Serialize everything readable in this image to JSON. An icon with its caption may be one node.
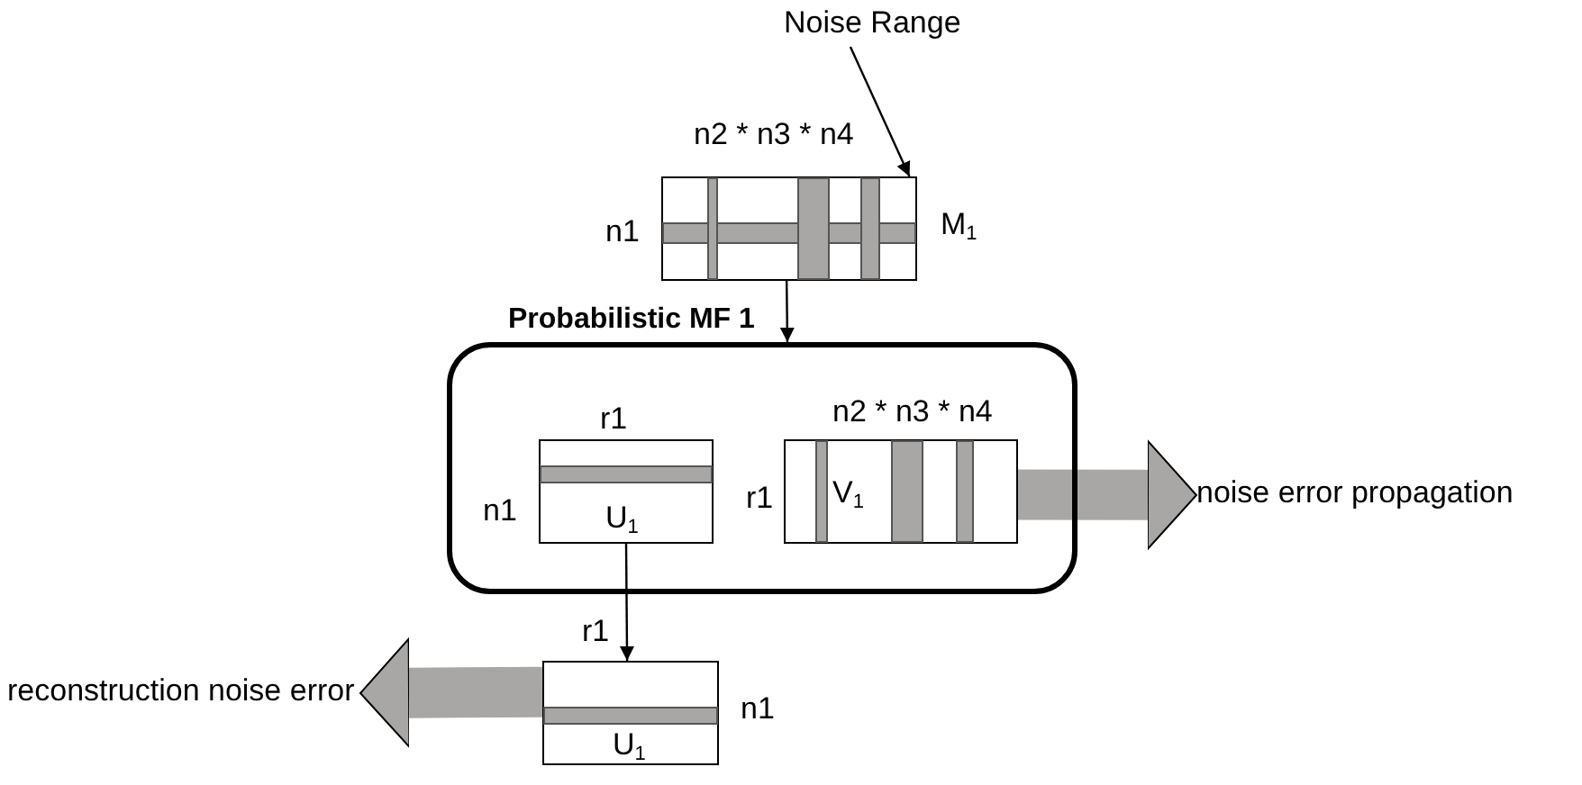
{
  "diagram": {
    "nodes": [
      {
        "text": [
          "Noise Range"
        ]
      },
      {
        "text": [],
        "shape": "box",
        "beside": [
          "n2 * n3 * n4",
          "n1",
          "M$_{1}$"
        ]
      },
      {
        "text": [
          "Probabilistic MF 1"
        ]
      },
      {
        "text": [
          "U$_{1}$"
        ],
        "in": 2,
        "beside": [
          "r1",
          "n1"
        ]
      },
      {
        "text": [
          "V$_{1}$"
        ],
        "in": 2,
        "beside": [
          "n2 * n3 * n4",
          "r1"
        ]
      },
      {
        "text": [
          "noise error propagation"
        ]
      },
      {
        "text": [
          "U$_{1}$"
        ],
        "beside": [
          "r1",
          "n1"
        ]
      },
      {
        "text": [
          "reconstruction noise error"
        ]
      }
    ],
    "edges": [
      {
        "from": 0,
        "to": 1,
        "arrow": "to"
      },
      {
        "from": 1,
        "to": 2,
        "arrow": "to"
      },
      {
        "from": 3,
        "to": 6,
        "arrow": "to"
      },
      {
        "from": 4,
        "to": 5,
        "arrow": "to",
        "style": "thick",
        "color": "#a9a6a6"
      },
      {
        "from": 6,
        "to": 7,
        "arrow": "to",
        "style": "thick",
        "color": "#a9a6a6"
      }
    ]
  }
}
